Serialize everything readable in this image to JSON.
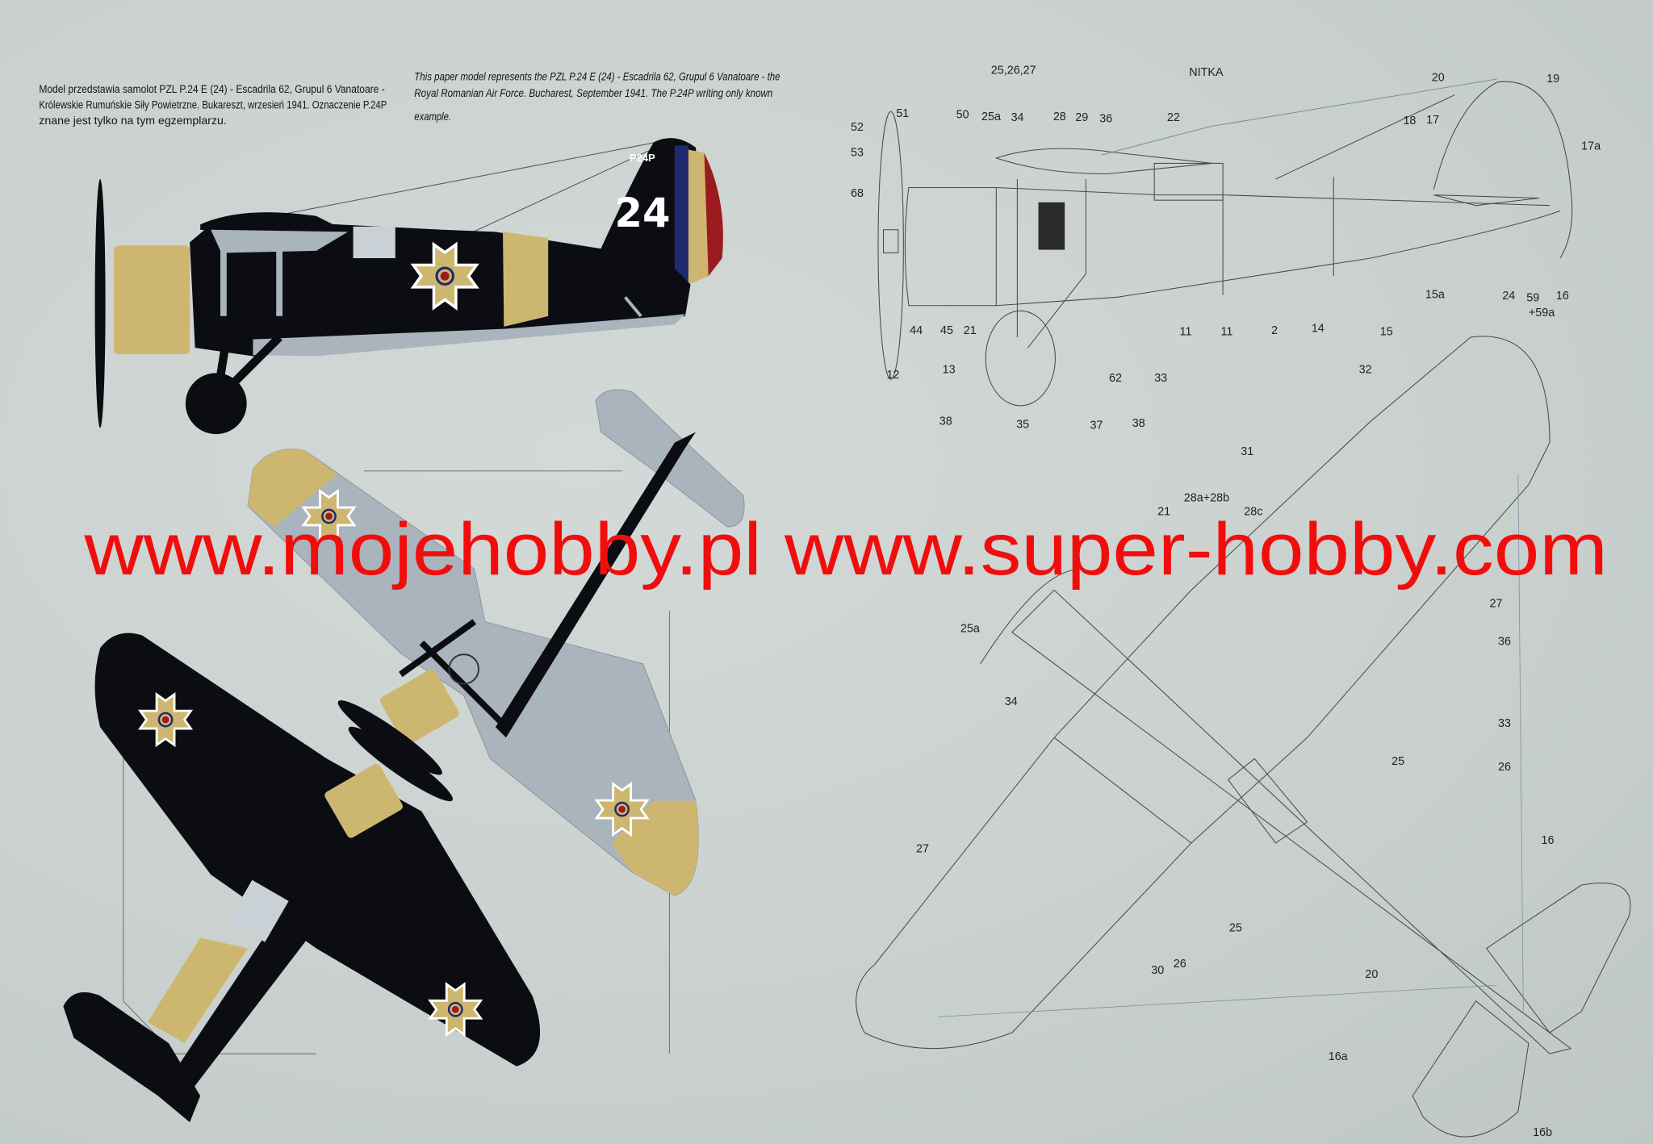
{
  "caption_pl": [
    "Model przedstawia samolot PZL P.24 E (24) - Escadrila 62, Grupul 6 Vanatoare -",
    "Królewskie Rumuńskie Siły Powietrzne. Bukareszt, wrzesień 1941.  Oznaczenie P.24P",
    "znane jest tylko na tym egzemplarzu."
  ],
  "caption_en": [
    "This paper model represents the PZL P.24 E (24) - Escadrila 62, Grupul 6 Vanatoare - the",
    "Royal Romanian Air Force. Bucharest, September 1941. The P.24P writing only known",
    "example."
  ],
  "aircraft_markings": {
    "tail_code": "P24P",
    "number": "24"
  },
  "watermark": "www.mojehobby.pl www.super-hobby.com",
  "side_diagram_labels": [
    "25,26,27",
    "NITKA",
    "20",
    "19",
    "52",
    "51",
    "50",
    "25a",
    "34",
    "28",
    "29",
    "36",
    "22",
    "18",
    "17",
    "17a",
    "53",
    "68",
    "15a",
    "24",
    "59",
    "+59a",
    "16",
    "44",
    "45",
    "21",
    "11",
    "11",
    "2",
    "14",
    "15",
    "12",
    "13",
    "62",
    "33",
    "38",
    "35",
    "37",
    "38"
  ],
  "bottom_diagram_labels": [
    "32",
    "31",
    "28a+28b",
    "28c",
    "21",
    "25a",
    "34",
    "27",
    "36",
    "33",
    "25",
    "26",
    "27",
    "25",
    "26",
    "30",
    "16",
    "20",
    "16a",
    "16b"
  ],
  "colors": {
    "background": "#cbd2d0",
    "black_paint": "#0b0d12",
    "yellow_paint": "#cdb770",
    "grey_paint": "#a9b4bd",
    "roundel_blue": "#1f2a6e",
    "roundel_red": "#9c1b1e",
    "watermark": "#f20d0d"
  }
}
